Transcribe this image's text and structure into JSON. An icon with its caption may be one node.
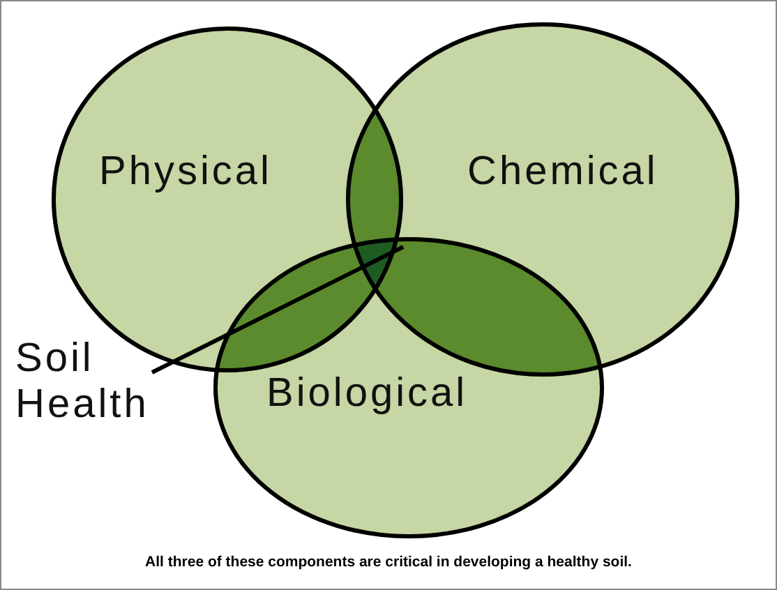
{
  "diagram": {
    "caption": "All three of these components are critical in developing a healthy soil.",
    "nodes": [
      {
        "text": [
          "Physical"
        ]
      },
      {
        "text": [
          "Chemical"
        ]
      },
      {
        "text": [
          "Biological"
        ]
      },
      {
        "text": [
          "Soil Health"
        ]
      },
      {
        "text": [],
        "shape": "triangle"
      }
    ],
    "edges": [
      {
        "from": 3,
        "to": 4,
        "arrow": "none"
      }
    ]
  }
}
